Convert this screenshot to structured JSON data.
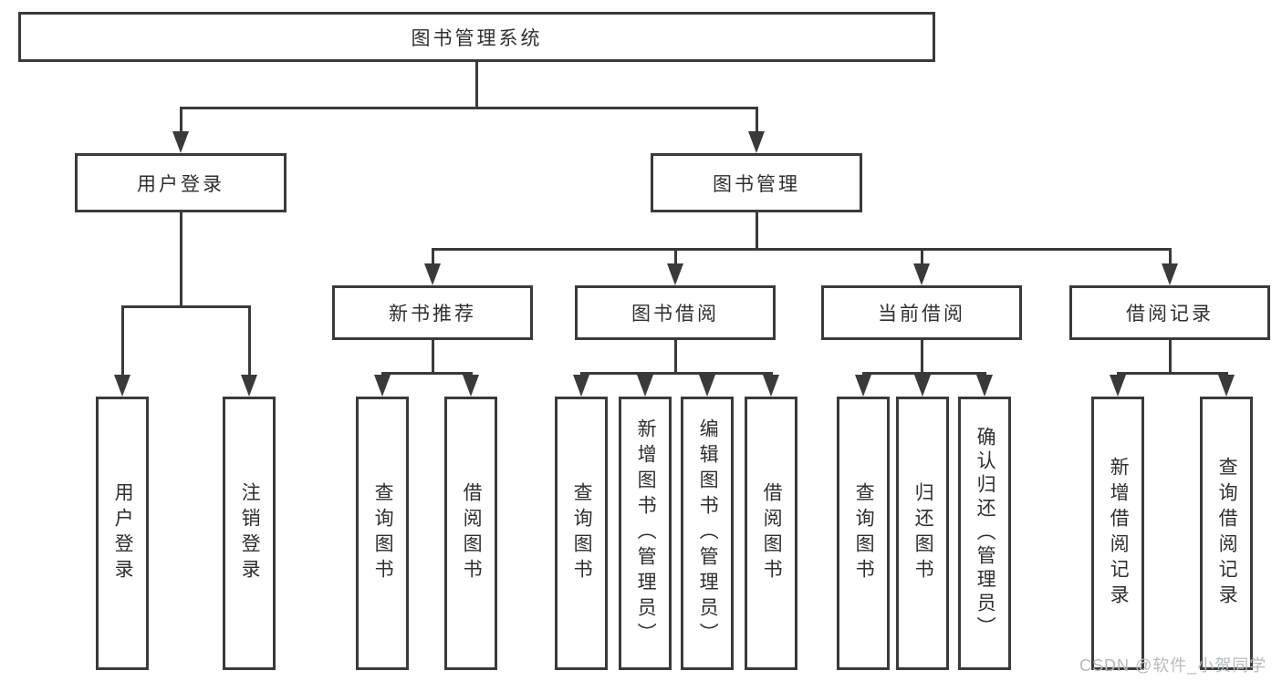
{
  "chart_data": {
    "type": "tree-diagram",
    "root": {
      "label": "图书管理系统"
    },
    "level2": [
      {
        "label": "用户登录"
      },
      {
        "label": "图书管理"
      }
    ],
    "level3": [
      {
        "label": "新书推荐",
        "parent": "图书管理"
      },
      {
        "label": "图书借阅",
        "parent": "图书管理"
      },
      {
        "label": "当前借阅",
        "parent": "图书管理"
      },
      {
        "label": "借阅记录",
        "parent": "图书管理"
      }
    ],
    "leaves": {
      "user_login": [
        {
          "label": "用户登录"
        },
        {
          "label": "注销登录"
        }
      ],
      "new_books": [
        {
          "label": "查询图书"
        },
        {
          "label": "借阅图书"
        }
      ],
      "book_borrow": [
        {
          "label": "查询图书"
        },
        {
          "label": "新增图书（管理员）"
        },
        {
          "label": "编辑图书（管理员）"
        },
        {
          "label": "借阅图书"
        }
      ],
      "current_borrow": [
        {
          "label": "查询图书"
        },
        {
          "label": "归还图书"
        },
        {
          "label": "确认归还（管理员）"
        }
      ],
      "borrow_records": [
        {
          "label": "新增借阅记录"
        },
        {
          "label": "查询借阅记录"
        }
      ]
    }
  },
  "watermark": {
    "text": "CSDN @软件_小贺同学"
  },
  "colors": {
    "line": "#3a3a3a",
    "box_border": "#3a3a3a",
    "text": "#2f2f2f",
    "background": "#ffffff",
    "watermark": "#b7babd"
  }
}
